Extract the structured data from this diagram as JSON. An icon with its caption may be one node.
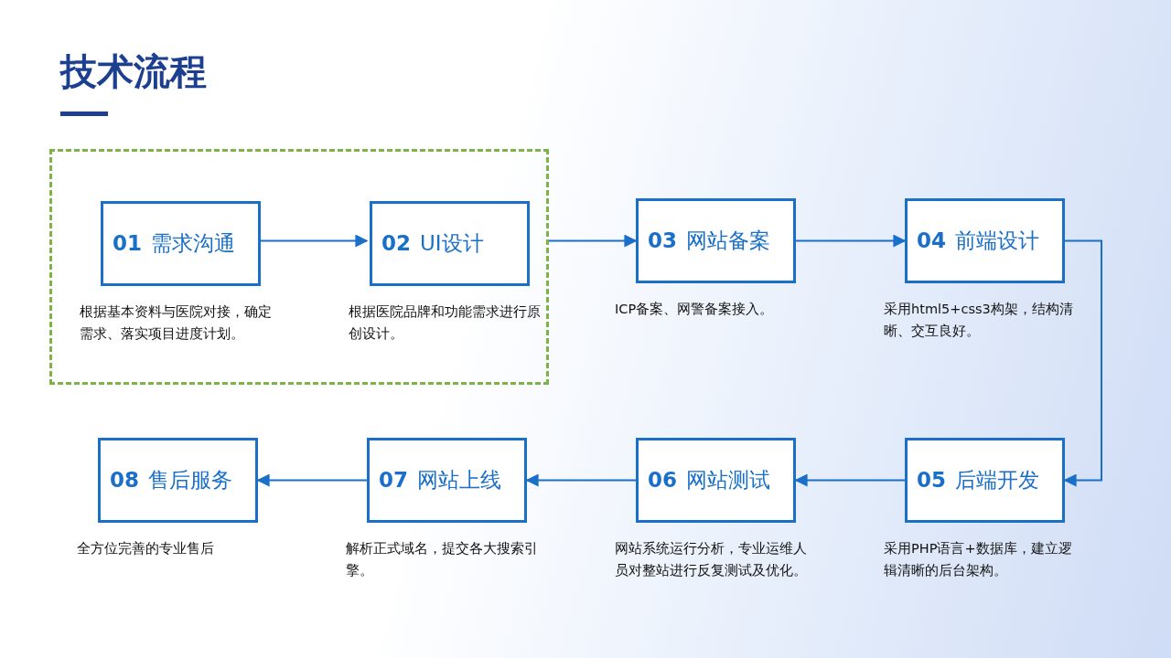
{
  "diagram": {
    "title": "技术流程",
    "nodes": [
      {
        "text": [],
        "shape": "box"
      },
      {
        "text": [
          "01",
          "需求沟通"
        ],
        "in": 0,
        "beside": [
          "根据基本资料与医院对接，确定需求、落实项目进度计划。"
        ]
      },
      {
        "text": [
          "02",
          "UI设计"
        ],
        "in": 0,
        "beside": [
          "根据医院品牌和功能需求进行原创设计。"
        ]
      },
      {
        "text": [
          "03",
          "网站备案"
        ],
        "beside": [
          "ICP备案、网警备案接入。"
        ]
      },
      {
        "text": [
          "04",
          "前端设计"
        ],
        "beside": [
          "采用html5+css3构架，结构清晰、交互良好。"
        ]
      },
      {
        "text": [
          "05",
          "后端开发"
        ],
        "beside": [
          "采用PHP语言+数据库，建立逻辑清晰的后台架构。"
        ]
      },
      {
        "text": [
          "06",
          "网站测试"
        ],
        "beside": [
          "网站系统运行分析，专业运维人员对整站进行反复测试及优化。"
        ]
      },
      {
        "text": [
          "07",
          "网站上线"
        ],
        "beside": [
          "解析正式域名，提交各大搜索引擎。"
        ]
      },
      {
        "text": [
          "08",
          "售后服务"
        ],
        "beside": [
          "全方位完善的专业售后"
        ]
      }
    ],
    "edges": [
      {
        "from": 1,
        "to": 2,
        "arrow": "to"
      },
      {
        "from": 0,
        "to": 3,
        "arrow": "to"
      },
      {
        "from": 3,
        "to": 4,
        "arrow": "to"
      },
      {
        "from": 4,
        "to": 5,
        "arrow": "to"
      },
      {
        "from": 5,
        "to": 6,
        "arrow": "to"
      },
      {
        "from": 6,
        "to": 7,
        "arrow": "to"
      },
      {
        "from": 7,
        "to": 8,
        "arrow": "to"
      }
    ]
  }
}
